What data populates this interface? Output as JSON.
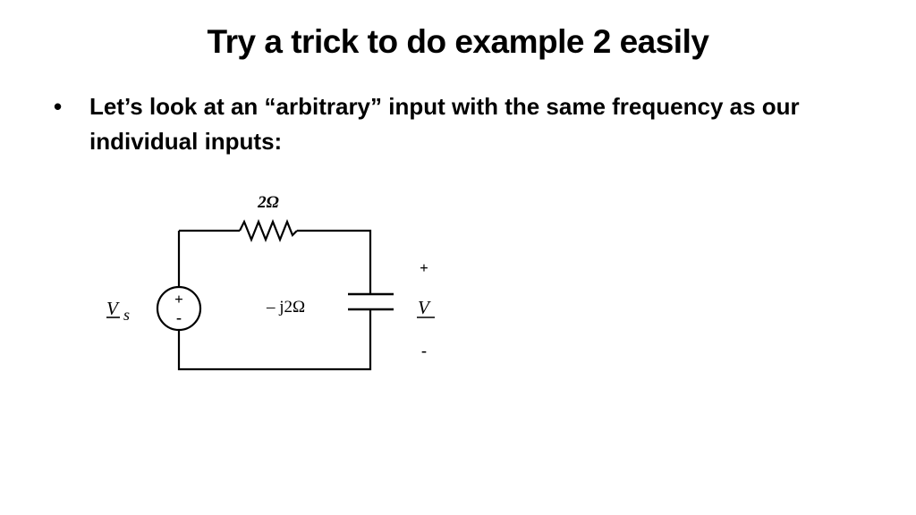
{
  "slide": {
    "title": "Try a trick to do example 2 easily",
    "bullets": [
      {
        "marker": "•",
        "text": "Let’s look at an “arbitrary” input with the same frequency as our individual inputs:"
      }
    ]
  },
  "circuit": {
    "resistor_label": "2Ω",
    "capacitor_label": "– j2Ω",
    "source_label_main": "V",
    "source_label_sub": "s",
    "source_plus": "+",
    "source_minus": "-",
    "output_label": "V",
    "output_plus": "+",
    "output_minus": "-"
  }
}
